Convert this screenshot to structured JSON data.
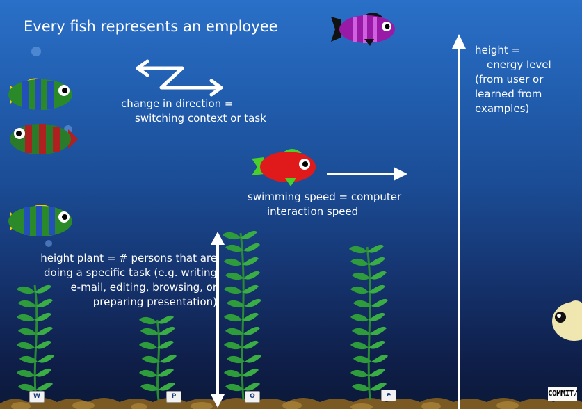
{
  "title": "Every fish represents an employee",
  "labels": {
    "direction_line1": "change in direction =",
    "direction_line2": "switching context or task",
    "speed_line1": "swimming speed = computer",
    "speed_line2": "interaction speed",
    "plant_line1": "height plant = # persons that are",
    "plant_line2": "doing a specific task (e.g. writing",
    "plant_line3": "e-mail, editing, browsing,  or",
    "plant_line4": "preparing presentation)",
    "height_line1": "height =",
    "height_line2": "energy level",
    "height_line3": "(from user or",
    "height_line4": "learned from",
    "height_line5": "examples)"
  },
  "app_icons": [
    {
      "name": "word-icon",
      "letter": "W"
    },
    {
      "name": "powerpoint-icon",
      "letter": "P"
    },
    {
      "name": "outlook-icon",
      "letter": "O"
    },
    {
      "name": "internet-explorer-icon",
      "letter": "e"
    }
  ],
  "logo_text": "COMMIT/",
  "colors": {
    "water_top": "#2a70c8",
    "water_bottom": "#0b1838",
    "arrow": "#ffffff",
    "leaf": "#2e9a3a",
    "soil": "#7a5a22"
  }
}
